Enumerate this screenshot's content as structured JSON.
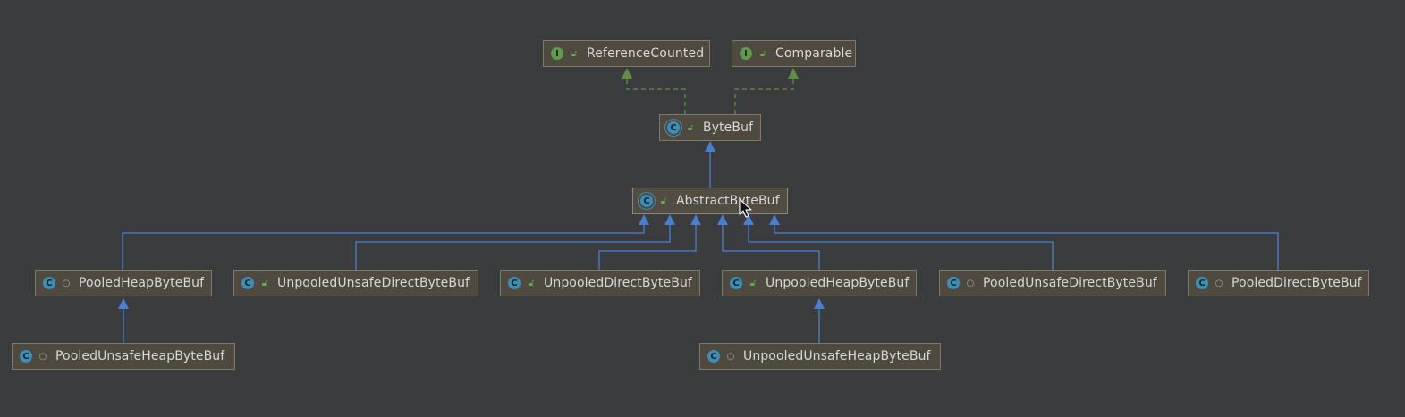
{
  "colors": {
    "background": "#3b3c3e",
    "node_fill": "#4e4a40",
    "node_border": "#7d7868",
    "text": "#d7d7d7",
    "implements_edge": "#5f8f46",
    "extends_edge": "#4a7fd0",
    "class_icon": "#3d8eb5",
    "interface_icon": "#5f9a4e"
  },
  "nodes": {
    "reference_counted": {
      "label": "ReferenceCounted",
      "kind": "interface",
      "badge": "I",
      "visibility_icon": "unlock-icon"
    },
    "comparable": {
      "label": "Comparable",
      "kind": "interface",
      "badge": "I",
      "visibility_icon": "unlock-icon"
    },
    "bytebuf": {
      "label": "ByteBuf",
      "kind": "abstract-class",
      "badge": "C",
      "visibility_icon": "unlock-icon"
    },
    "abstract_bytebuf": {
      "label": "AbstractByteBuf",
      "kind": "abstract-class",
      "badge": "C",
      "visibility_icon": "unlock-icon"
    },
    "pooled_heap": {
      "label": "PooledHeapByteBuf",
      "kind": "class",
      "badge": "C",
      "visibility_icon": "package-dot-icon"
    },
    "unpooled_unsafe_direct": {
      "label": "UnpooledUnsafeDirectByteBuf",
      "kind": "class",
      "badge": "C",
      "visibility_icon": "unlock-icon"
    },
    "unpooled_direct": {
      "label": "UnpooledDirectByteBuf",
      "kind": "class",
      "badge": "C",
      "visibility_icon": "unlock-icon"
    },
    "unpooled_heap": {
      "label": "UnpooledHeapByteBuf",
      "kind": "class",
      "badge": "C",
      "visibility_icon": "unlock-icon"
    },
    "pooled_unsafe_direct": {
      "label": "PooledUnsafeDirectByteBuf",
      "kind": "class",
      "badge": "C",
      "visibility_icon": "package-dot-icon"
    },
    "pooled_direct": {
      "label": "PooledDirectByteBuf",
      "kind": "class",
      "badge": "C",
      "visibility_icon": "package-dot-icon"
    },
    "pooled_unsafe_heap": {
      "label": "PooledUnsafeHeapByteBuf",
      "kind": "class",
      "badge": "C",
      "visibility_icon": "package-dot-icon"
    },
    "unpooled_unsafe_heap": {
      "label": "UnpooledUnsafeHeapByteBuf",
      "kind": "class",
      "badge": "C",
      "visibility_icon": "package-dot-icon"
    }
  },
  "edges": [
    {
      "from": "bytebuf",
      "to": "reference_counted",
      "relation": "implements"
    },
    {
      "from": "bytebuf",
      "to": "comparable",
      "relation": "implements"
    },
    {
      "from": "abstract_bytebuf",
      "to": "bytebuf",
      "relation": "extends"
    },
    {
      "from": "pooled_heap",
      "to": "abstract_bytebuf",
      "relation": "extends"
    },
    {
      "from": "unpooled_unsafe_direct",
      "to": "abstract_bytebuf",
      "relation": "extends"
    },
    {
      "from": "unpooled_direct",
      "to": "abstract_bytebuf",
      "relation": "extends"
    },
    {
      "from": "unpooled_heap",
      "to": "abstract_bytebuf",
      "relation": "extends"
    },
    {
      "from": "pooled_unsafe_direct",
      "to": "abstract_bytebuf",
      "relation": "extends"
    },
    {
      "from": "pooled_direct",
      "to": "abstract_bytebuf",
      "relation": "extends"
    },
    {
      "from": "pooled_unsafe_heap",
      "to": "pooled_heap",
      "relation": "extends"
    },
    {
      "from": "unpooled_unsafe_heap",
      "to": "unpooled_heap",
      "relation": "extends"
    }
  ],
  "cursor": {
    "icon": "mouse-pointer-icon"
  }
}
